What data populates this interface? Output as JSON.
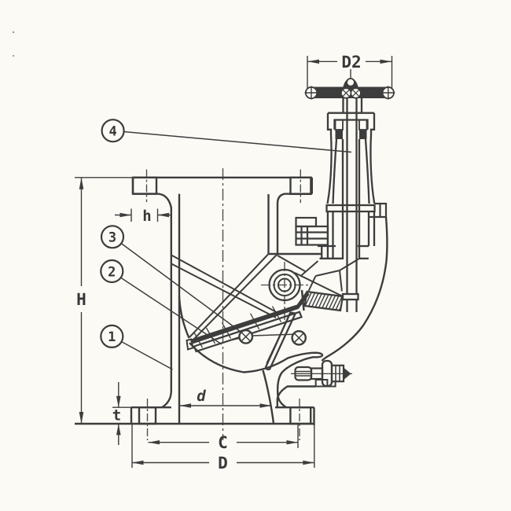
{
  "labels": {
    "dim_d2": "D2",
    "dim_height": "H",
    "dim_h": "h",
    "dim_t": "t",
    "dim_d": "d",
    "dim_c": "C",
    "dim_big_d": "D"
  },
  "callouts": [
    {
      "number": "1"
    },
    {
      "number": "2"
    },
    {
      "number": "3"
    },
    {
      "number": "4"
    }
  ],
  "colors": {
    "background": "#fbfaf5",
    "ink": "#3d3d3d",
    "ink_thin": "#4c4c4c"
  }
}
